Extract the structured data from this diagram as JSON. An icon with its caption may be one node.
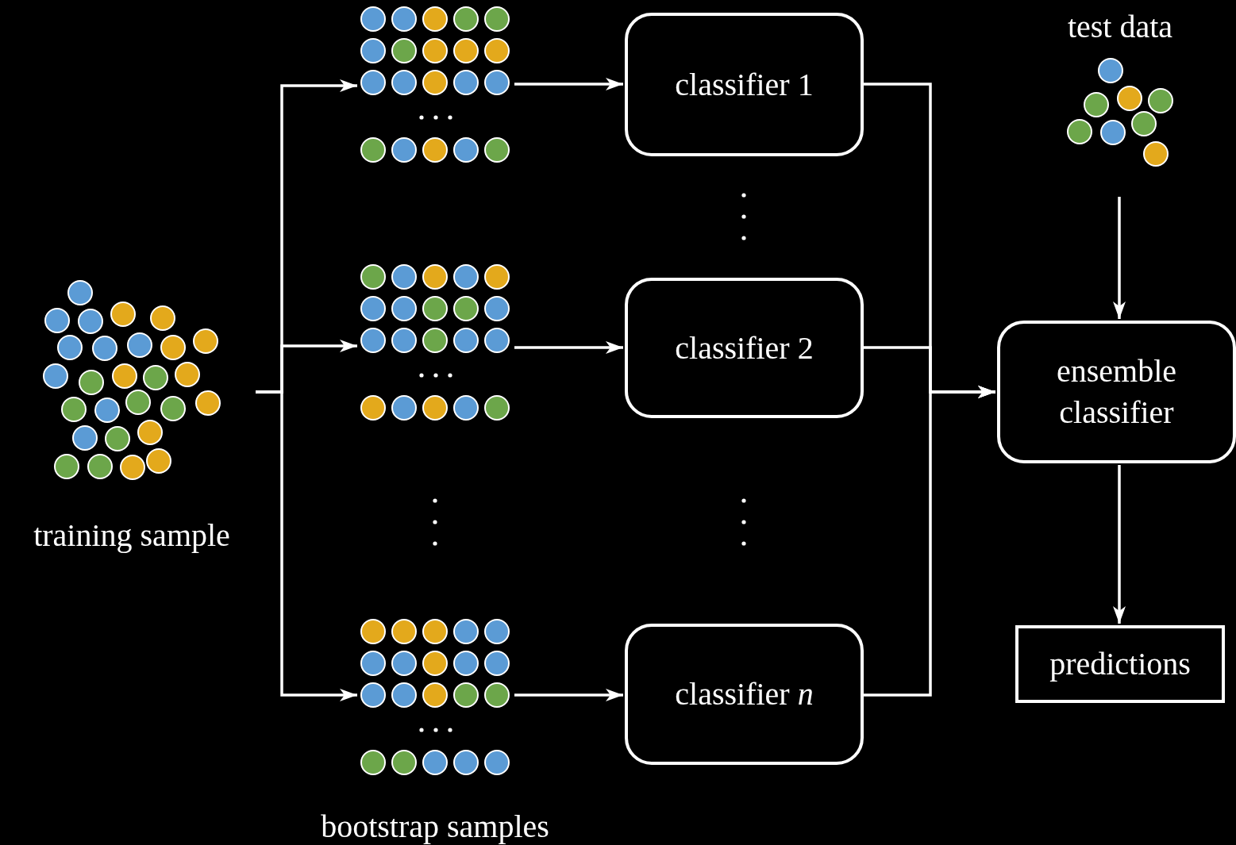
{
  "diagram": {
    "nodes": [
      {
        "text": [
          "training sample"
        ]
      },
      {
        "text": [],
        "shape": "picture"
      },
      {
        "text": [],
        "shape": "picture"
      },
      {
        "text": [],
        "shape": "picture"
      },
      {
        "text": [
          "classifier 1"
        ]
      },
      {
        "text": [
          "classifier 2"
        ]
      },
      {
        "text": [
          "classifier *n*"
        ]
      },
      {
        "text": [
          "test data"
        ]
      },
      {
        "text": [
          "ensemble classifier"
        ]
      },
      {
        "text": [
          "predictions"
        ]
      }
    ],
    "edges": [
      {
        "from": 0,
        "to": 1,
        "arrow": "to"
      },
      {
        "from": 0,
        "to": 2,
        "arrow": "to"
      },
      {
        "from": 0,
        "to": 3,
        "arrow": "to"
      },
      {
        "from": 1,
        "to": 4,
        "arrow": "to"
      },
      {
        "from": 2,
        "to": 5,
        "arrow": "to"
      },
      {
        "from": 3,
        "to": 6,
        "arrow": "to"
      },
      {
        "from": 4,
        "to": 8,
        "arrow": "to"
      },
      {
        "from": 5,
        "to": 8,
        "arrow": "to"
      },
      {
        "from": 6,
        "to": 8,
        "arrow": "to"
      },
      {
        "from": 7,
        "to": 8,
        "arrow": "to"
      },
      {
        "from": 8,
        "to": 9,
        "arrow": "to"
      }
    ],
    "labels": [
      "bootstrap samples"
    ]
  }
}
